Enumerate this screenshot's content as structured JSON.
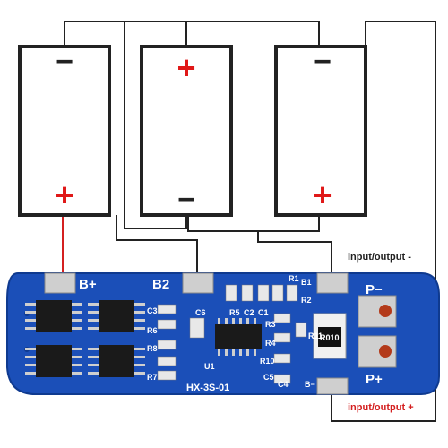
{
  "cells": [
    {
      "top_sign": "−",
      "bottom_sign": "+"
    },
    {
      "top_sign": "+",
      "bottom_sign": "−"
    },
    {
      "top_sign": "−",
      "bottom_sign": "+"
    }
  ],
  "board": {
    "model": "HX-3S-01",
    "pads": {
      "b_plus": "B+",
      "b2": "B2",
      "b1": "B1",
      "p_minus": "P−",
      "p_plus": "P+",
      "b_minus": "B−"
    },
    "components": {
      "u1": "U1",
      "c6": "C6",
      "r5": "R5",
      "c2": "C2",
      "c1": "C1",
      "r1": "R1",
      "r3": "R3",
      "r4": "R4",
      "r10": "R10",
      "c5": "C5",
      "c4": "C4",
      "r6": "R6",
      "r8": "R8",
      "r7": "R7",
      "c3": "C3",
      "r11": "R11",
      "shunt": "R010",
      "r2": "R2"
    }
  },
  "labels": {
    "io_minus": "input/output -",
    "io_plus": "input/output +"
  },
  "colors": {
    "pcb": "#1b4fb8",
    "wire": "#222222",
    "red_wire": "#d42020",
    "sign_red": "#e01818"
  }
}
